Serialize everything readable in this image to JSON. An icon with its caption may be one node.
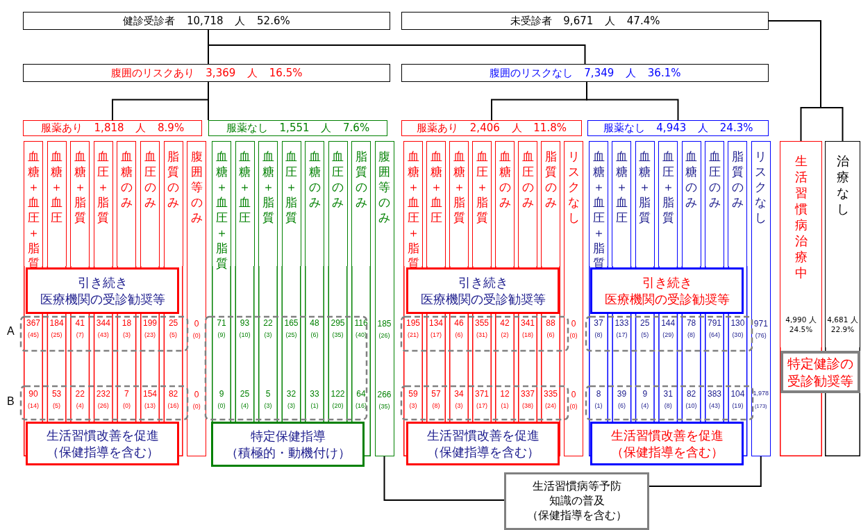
{
  "diagram": {
    "nodes": [
      {
        "text": [
          "健診受診者 10,718 人 52.6%"
        ]
      },
      {
        "text": [
          "未受診者 9,671 人 47.4%"
        ]
      },
      {
        "text": [
          "腹囲のリスクあり 3,369 人 16.5%"
        ]
      },
      {
        "text": [
          "腹囲のリスクなし 7,349 人 36.1%"
        ]
      },
      {
        "text": [
          "服薬あり 1,818 人 8.9%"
        ]
      },
      {
        "text": [
          "服薬なし 1,551 人 7.6%"
        ]
      },
      {
        "text": [
          "服薬あり 2,406 人 11.8%"
        ]
      },
      {
        "text": [
          "服薬なし 4,943 人 24.3%"
        ]
      },
      {
        "text": [
          "血糖＋血圧＋脂質"
        ],
        "beside": [
          "367",
          "(45)",
          "90",
          "(14)"
        ]
      },
      {
        "text": [
          "血糖＋血圧"
        ],
        "beside": [
          "184",
          "(25)",
          "53",
          "(5)"
        ]
      },
      {
        "text": [
          "血糖＋脂質"
        ],
        "beside": [
          "41",
          "(7)",
          "22",
          "(4)"
        ]
      },
      {
        "text": [
          "血圧＋脂質"
        ],
        "beside": [
          "344",
          "(43)",
          "232",
          "(26)"
        ]
      },
      {
        "text": [
          "血糖のみ"
        ],
        "beside": [
          "18",
          "(3)",
          "7",
          "(0)"
        ]
      },
      {
        "text": [
          "血圧のみ"
        ],
        "beside": [
          "199",
          "(23)",
          "154",
          "(13)"
        ]
      },
      {
        "text": [
          "脂質のみ"
        ],
        "beside": [
          "25",
          "(5)",
          "82",
          "(16)"
        ]
      },
      {
        "text": [
          "腹囲等のみ",
          "0",
          "(0)",
          "0",
          "(0)"
        ]
      },
      {
        "text": [
          "血糖＋血圧＋脂質"
        ],
        "beside": [
          "71",
          "(9)",
          "9",
          "(0)"
        ]
      },
      {
        "text": [
          "血糖＋血圧"
        ],
        "beside": [
          "93",
          "(10)",
          "25",
          "(4)"
        ]
      },
      {
        "text": [
          "血糖＋脂質"
        ],
        "beside": [
          "22",
          "(3)",
          "5",
          "(3)"
        ]
      },
      {
        "text": [
          "血圧＋脂質"
        ],
        "beside": [
          "165",
          "(25)",
          "32",
          "(3)"
        ]
      },
      {
        "text": [
          "血糖のみ"
        ],
        "beside": [
          "48",
          "(6)",
          "33",
          "(1)"
        ]
      },
      {
        "text": [
          "血圧のみ"
        ],
        "beside": [
          "295",
          "(35)",
          "122",
          "(20)"
        ]
      },
      {
        "text": [
          "脂質のみ"
        ],
        "beside": [
          "116",
          "(40)",
          "64",
          "(16)"
        ]
      },
      {
        "text": [
          "腹囲等のみ",
          "185",
          "(26)",
          "266",
          "(35)"
        ]
      },
      {
        "text": [
          "血糖＋血圧＋脂質"
        ],
        "beside": [
          "195",
          "(21)",
          "59",
          "(3)"
        ]
      },
      {
        "text": [
          "血糖＋血圧"
        ],
        "beside": [
          "134",
          "(17)",
          "57",
          "(8)"
        ]
      },
      {
        "text": [
          "血糖＋脂質"
        ],
        "beside": [
          "46",
          "(6)",
          "34",
          "(3)"
        ]
      },
      {
        "text": [
          "血圧＋脂質"
        ],
        "beside": [
          "355",
          "(31)",
          "371",
          "(17)"
        ]
      },
      {
        "text": [
          "血糖のみ"
        ],
        "beside": [
          "42",
          "(2)",
          "12",
          "(1)"
        ]
      },
      {
        "text": [
          "血圧のみ"
        ],
        "beside": [
          "341",
          "(18)",
          "337",
          "(38)"
        ]
      },
      {
        "text": [
          "脂質のみ"
        ],
        "beside": [
          "88",
          "(6)",
          "335",
          "(24)"
        ]
      },
      {
        "text": [
          "リスクなし",
          "0",
          "(0)",
          "0",
          "(0)"
        ]
      },
      {
        "text": [
          "血糖＋血圧＋脂質"
        ],
        "beside": [
          "37",
          "(8)",
          "8",
          "(1)"
        ]
      },
      {
        "text": [
          "血糖＋血圧"
        ],
        "beside": [
          "133",
          "(17)",
          "39",
          "(6)"
        ]
      },
      {
        "text": [
          "血糖＋脂質"
        ],
        "beside": [
          "25",
          "(5)",
          "9",
          "(4)"
        ]
      },
      {
        "text": [
          "血圧＋脂質"
        ],
        "beside": [
          "144",
          "(29)",
          "31",
          "(8)"
        ]
      },
      {
        "text": [
          "血糖のみ"
        ],
        "beside": [
          "78",
          "(8)",
          "82",
          "(10)"
        ]
      },
      {
        "text": [
          "血圧のみ"
        ],
        "beside": [
          "791",
          "(64)",
          "383",
          "(43)"
        ]
      },
      {
        "text": [
          "脂質のみ"
        ],
        "beside": [
          "130",
          "(30)",
          "104",
          "(19)"
        ]
      },
      {
        "text": [
          "リスクなし",
          "971",
          "(76)",
          "1,978",
          "(173)"
        ]
      },
      {
        "text": [
          "生活習慣病治療中",
          "4,990 人 24.5%"
        ]
      },
      {
        "text": [
          "治療なし",
          "4,681 人 22.9%"
        ]
      },
      {
        "text": [
          "引き続き",
          "医療機関の受診勧奨等"
        ]
      },
      {
        "text": [
          "引き続き",
          "医療機関の受診勧奨等"
        ]
      },
      {
        "text": [
          "引き続き",
          "医療機関の受診勧奨等"
        ]
      },
      {
        "text": [
          "生活習慣改善を促進",
          "（保健指導を含む）"
        ]
      },
      {
        "text": [
          "特定保健指導",
          "（積極的・動機付け）"
        ]
      },
      {
        "text": [
          "生活習慣改善を促進",
          "（保健指導を含む）"
        ]
      },
      {
        "text": [
          "生活習慣改善を促進",
          "（保健指導を含む）"
        ]
      },
      {
        "text": [
          "特定健診の受診勧奨等"
        ]
      },
      {
        "text": [
          "生活習慣病等予防知識の普及",
          "（保健指導を含む）"
        ]
      }
    ],
    "edges": [
      {
        "from": 0,
        "to": 2,
        "arrow": "none"
      },
      {
        "from": 0,
        "to": 3,
        "arrow": "none"
      },
      {
        "from": 2,
        "to": 4,
        "arrow": "none"
      },
      {
        "from": 2,
        "to": 5,
        "arrow": "none"
      },
      {
        "from": 3,
        "to": 6,
        "arrow": "none"
      },
      {
        "from": 3,
        "to": 7,
        "arrow": "none"
      },
      {
        "from": 1,
        "to": 40,
        "arrow": "none"
      },
      {
        "from": 1,
        "to": 41,
        "arrow": "none"
      },
      {
        "from": 23,
        "to": 50,
        "arrow": "none"
      },
      {
        "from": 39,
        "to": 50,
        "arrow": "none"
      }
    ],
    "labels": [
      "A",
      "B"
    ]
  }
}
